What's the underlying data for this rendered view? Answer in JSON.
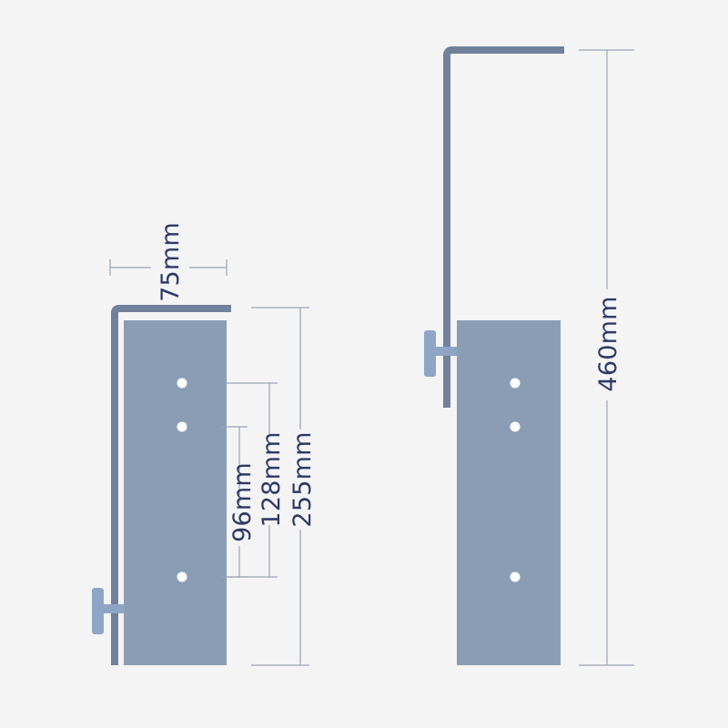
{
  "colors": {
    "background": "#f4f4f4",
    "panel": "#8a9db5",
    "rail": "#71819c",
    "knob": "#8fa5c6",
    "dimension_line": "#9aa4b6",
    "dimension_text": "#2d3a66"
  },
  "dimensions": {
    "width": "75mm",
    "hole_spacing_small": "96mm",
    "hole_spacing_large": "128mm",
    "panel_height": "255mm",
    "extended_height": "460mm"
  }
}
